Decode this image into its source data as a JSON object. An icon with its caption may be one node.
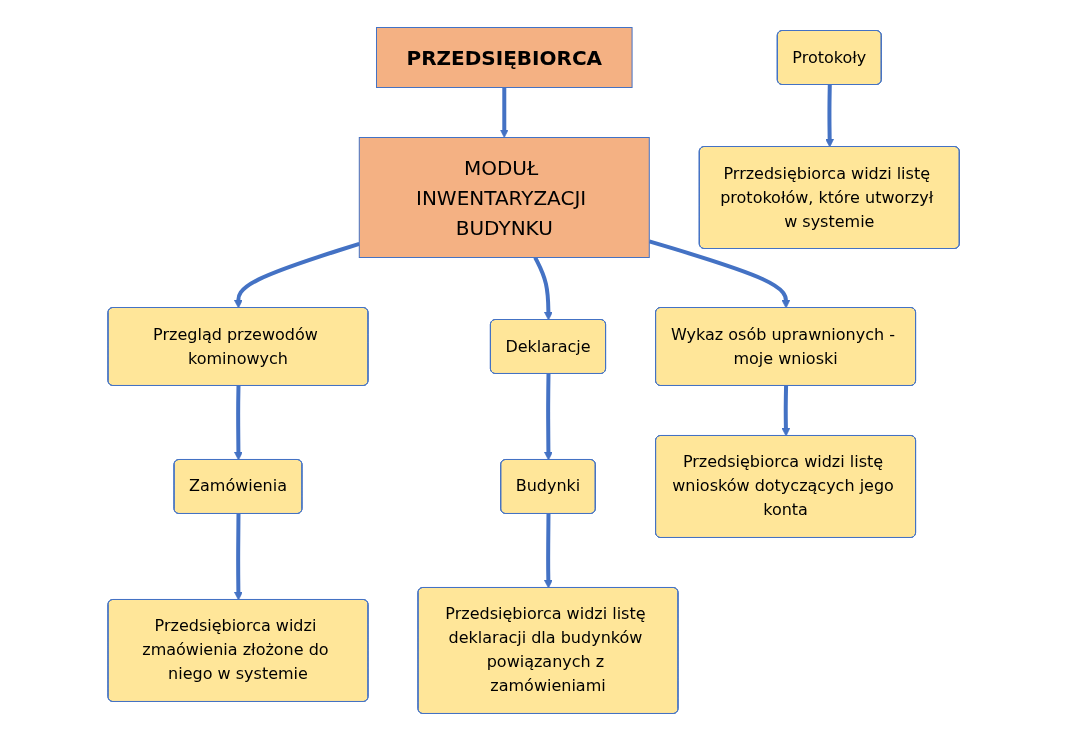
{
  "diagram": {
    "nodes": [
      {
        "text": [
          "PRZEDSIĘBIORCA"
        ]
      },
      {
        "text": [
          "MODUŁ INWENTARYZACJI BUDYNKU"
        ]
      },
      {
        "text": [
          "Przegląd przewodów kominowych"
        ]
      },
      {
        "text": [
          "Deklaracje"
        ]
      },
      {
        "text": [
          "Wykaz osób uprawnionych - moje wnioski"
        ]
      },
      {
        "text": [
          "Zamówienia"
        ]
      },
      {
        "text": [
          "Protokoły"
        ]
      },
      {
        "text": [
          "Budynki"
        ]
      },
      {
        "text": [
          "Przedsiębiorca widzi listę wniosków dotyczących jego konta"
        ]
      },
      {
        "text": [
          "Przedsiębiorca widzi zmaówienia złożone do niego w systemie"
        ]
      },
      {
        "text": [
          "Przedsiębiorca widzi listę deklaracji dla budynków powiązanych z zamówieniami"
        ]
      },
      {
        "text": [
          "Prrzedsiębiorca widzi listę protokołów, które utworzył w systemie"
        ]
      }
    ],
    "edges": [
      {
        "from": 0,
        "to": 1,
        "arrow": "to"
      },
      {
        "from": 1,
        "to": 2,
        "arrow": "to"
      },
      {
        "from": 1,
        "to": 3,
        "arrow": "to"
      },
      {
        "from": 1,
        "to": 4,
        "arrow": "to"
      },
      {
        "from": 2,
        "to": 5,
        "arrow": "to"
      },
      {
        "from": 3,
        "to": 7,
        "arrow": "to"
      },
      {
        "from": 4,
        "to": 8,
        "arrow": "to"
      },
      {
        "from": 5,
        "to": 9,
        "arrow": "to"
      },
      {
        "from": 6,
        "to": 11,
        "arrow": "to"
      },
      {
        "from": 7,
        "to": 10,
        "arrow": "to"
      }
    ]
  }
}
